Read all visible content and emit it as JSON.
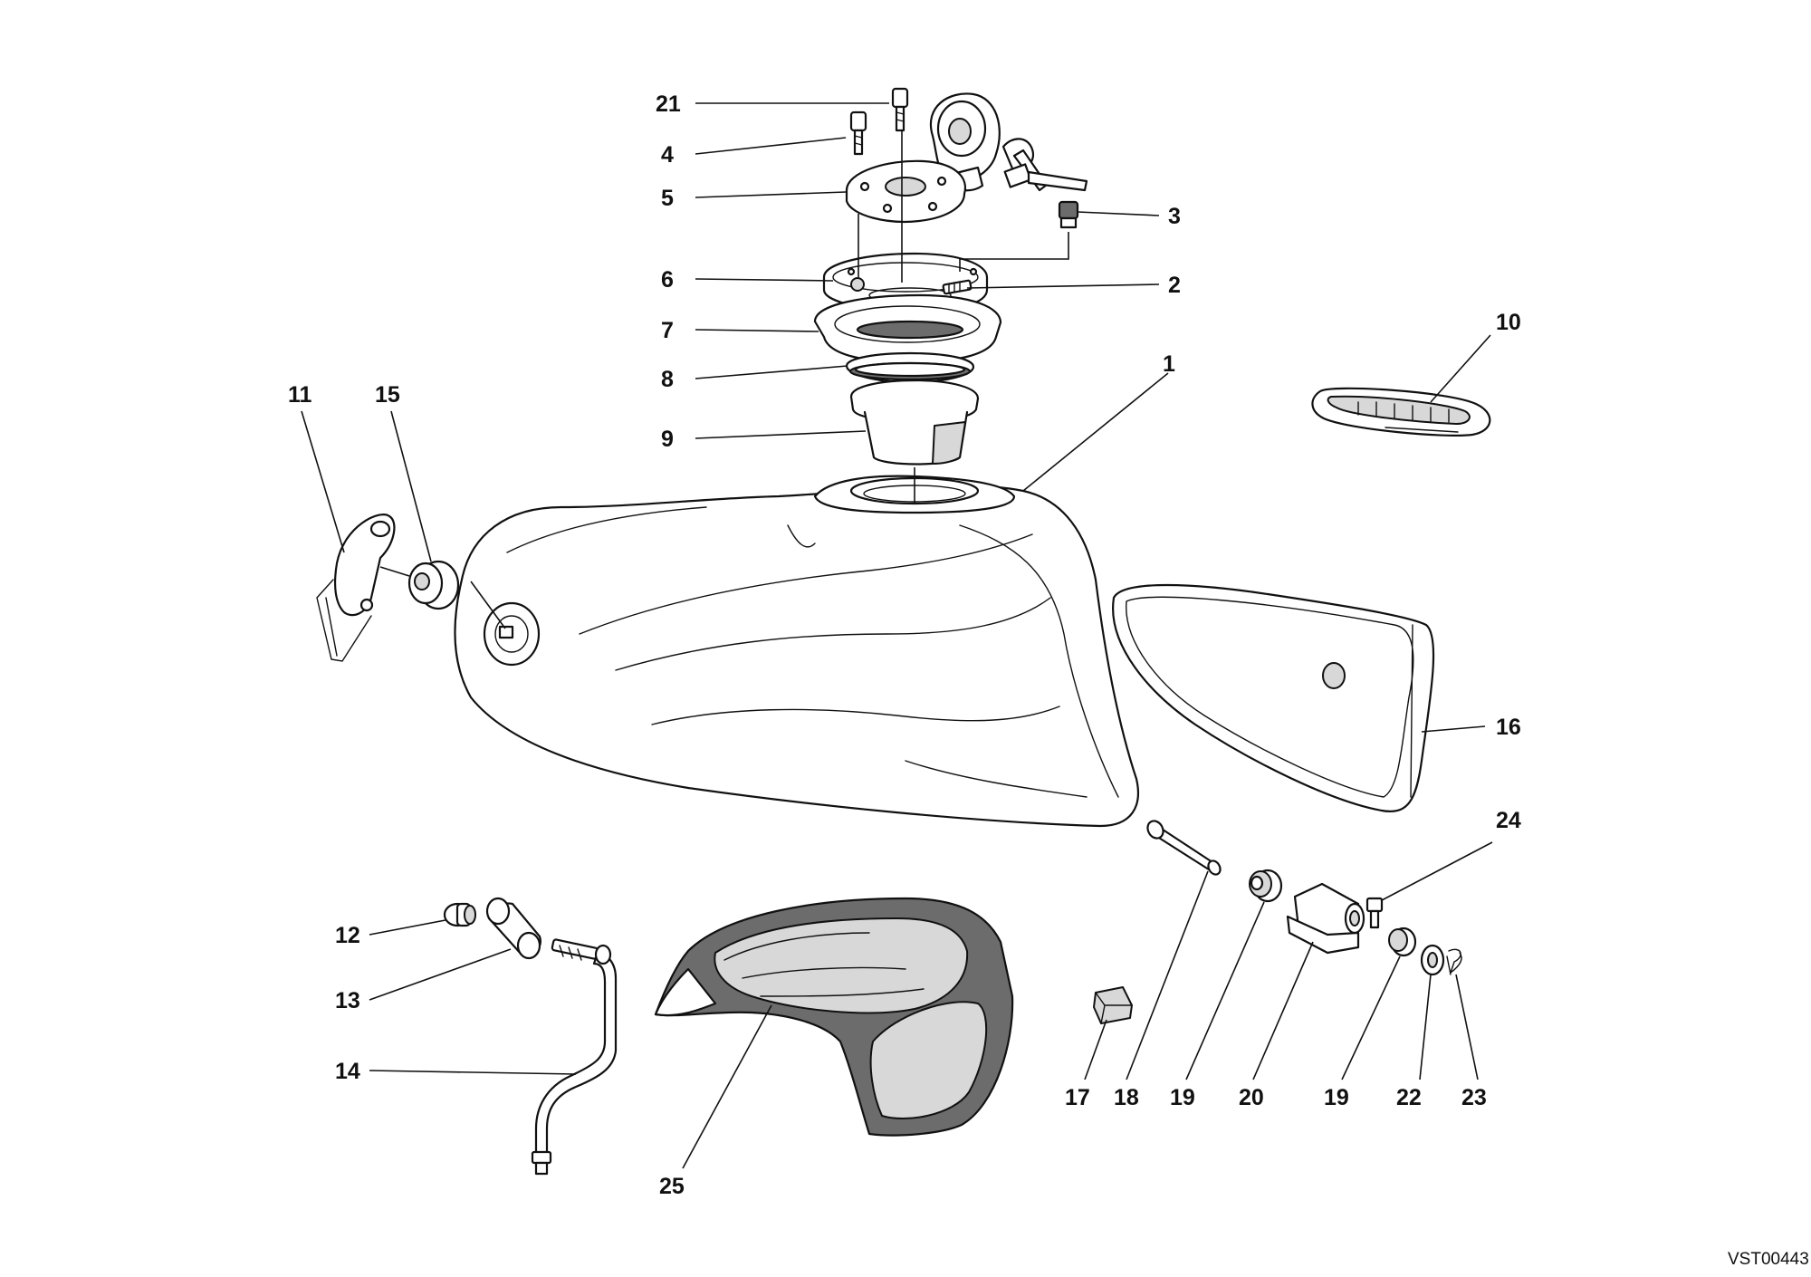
{
  "diagram": {
    "reference_code": "VST00443",
    "colors": {
      "ink": "#111111",
      "paper": "#ffffff",
      "shade": "#d8d8d8",
      "dark": "#6c6c6c"
    },
    "callouts": {
      "c1": "1",
      "c2": "2",
      "c3": "3",
      "c4": "4",
      "c5": "5",
      "c6": "6",
      "c7": "7",
      "c8": "8",
      "c9": "9",
      "c10": "10",
      "c11": "11",
      "c12": "12",
      "c13": "13",
      "c14": "14",
      "c15": "15",
      "c16": "16",
      "c17": "17",
      "c18": "18",
      "c19a": "19",
      "c19b": "19",
      "c20": "20",
      "c21": "21",
      "c22": "22",
      "c23": "23",
      "c24": "24",
      "c25": "25"
    }
  }
}
